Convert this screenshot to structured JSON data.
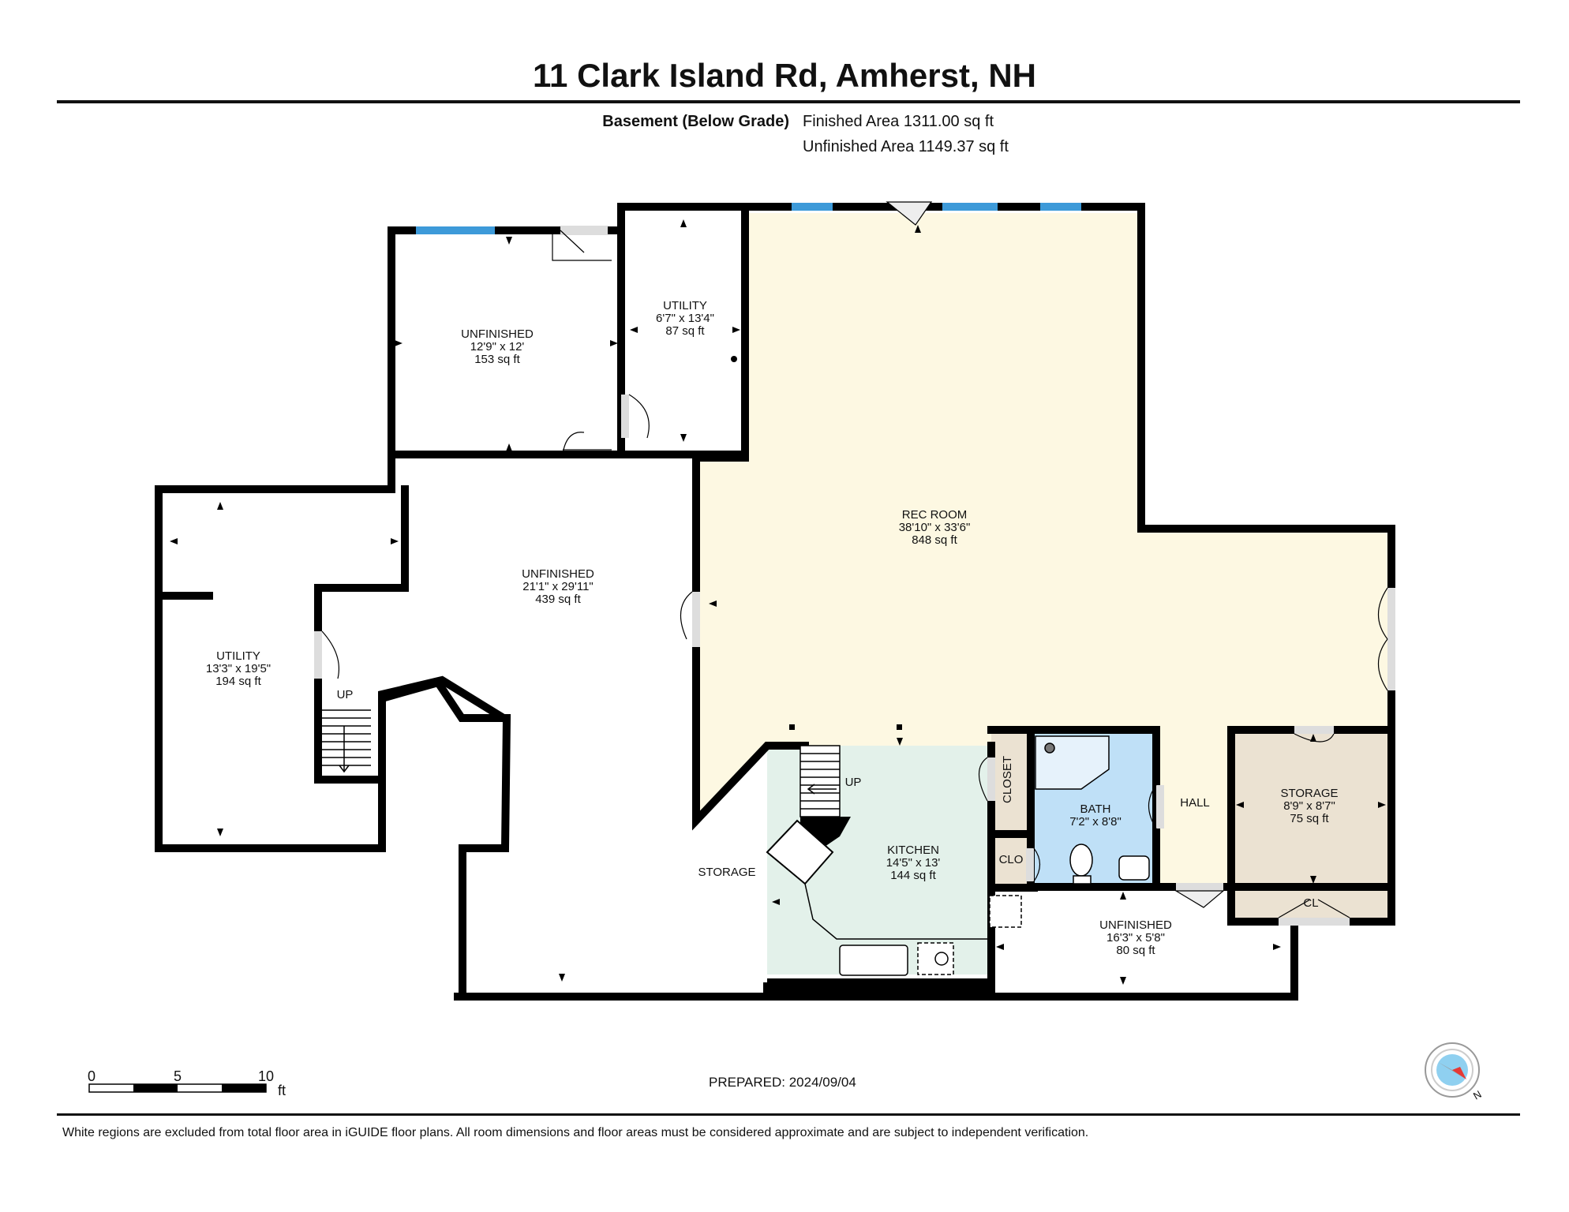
{
  "header": {
    "address": "11 Clark Island Rd, Amherst, NH",
    "floor": "Basement (Below Grade)",
    "finished_area": "Finished Area 1311.00 sq ft",
    "unfinished_area": "Unfinished Area 1149.37 sq ft"
  },
  "rooms": {
    "unfinished_nw": {
      "name": "UNFINISHED",
      "dims": "12'9\" x 12'",
      "area": "153 sq ft"
    },
    "utility_n": {
      "name": "UTILITY",
      "dims": "6'7\" x 13'4\"",
      "area": "87 sq ft"
    },
    "rec_room": {
      "name": "REC ROOM",
      "dims": "38'10\" x 33'6\"",
      "area": "848 sq ft"
    },
    "unfinished_center": {
      "name": "UNFINISHED",
      "dims": "21'1\" x 29'11\"",
      "area": "439 sq ft"
    },
    "utility_w": {
      "name": "UTILITY",
      "dims": "13'3\" x 19'5\"",
      "area": "194 sq ft"
    },
    "kitchen": {
      "name": "KITCHEN",
      "dims": "14'5\" x 13'",
      "area": "144 sq ft"
    },
    "bath": {
      "name": "BATH",
      "dims": "7'2\" x 8'8\""
    },
    "storage_e": {
      "name": "STORAGE",
      "dims": "8'9\" x 8'7\"",
      "area": "75 sq ft"
    },
    "unfinished_s": {
      "name": "UNFINISHED",
      "dims": "16'3\" x 5'8\"",
      "area": "80 sq ft"
    }
  },
  "labels": {
    "closet": "CLOSET",
    "clo": "CLO",
    "hall": "HALL",
    "cl": "CL",
    "storage_sw": "STORAGE",
    "stairs_up_1": "UP",
    "stairs_up_2": "UP"
  },
  "colors": {
    "wall": "#000000",
    "rec_room": "#fdf8e2",
    "kitchen": "#e3f1ea",
    "bath": "#bfe0f7",
    "storage": "#ebe2d2",
    "hall": "#fdf8e2",
    "window": "#3d9ad9"
  },
  "scale": {
    "ticks": [
      "0",
      "5",
      "10"
    ],
    "unit": "ft"
  },
  "compass_icon": "compass-north-icon",
  "prepared": "PREPARED: 2024/09/04",
  "disclaimer": "White regions are excluded from total floor area in iGUIDE floor plans. All room dimensions and floor areas must be considered approximate and are subject to independent verification."
}
